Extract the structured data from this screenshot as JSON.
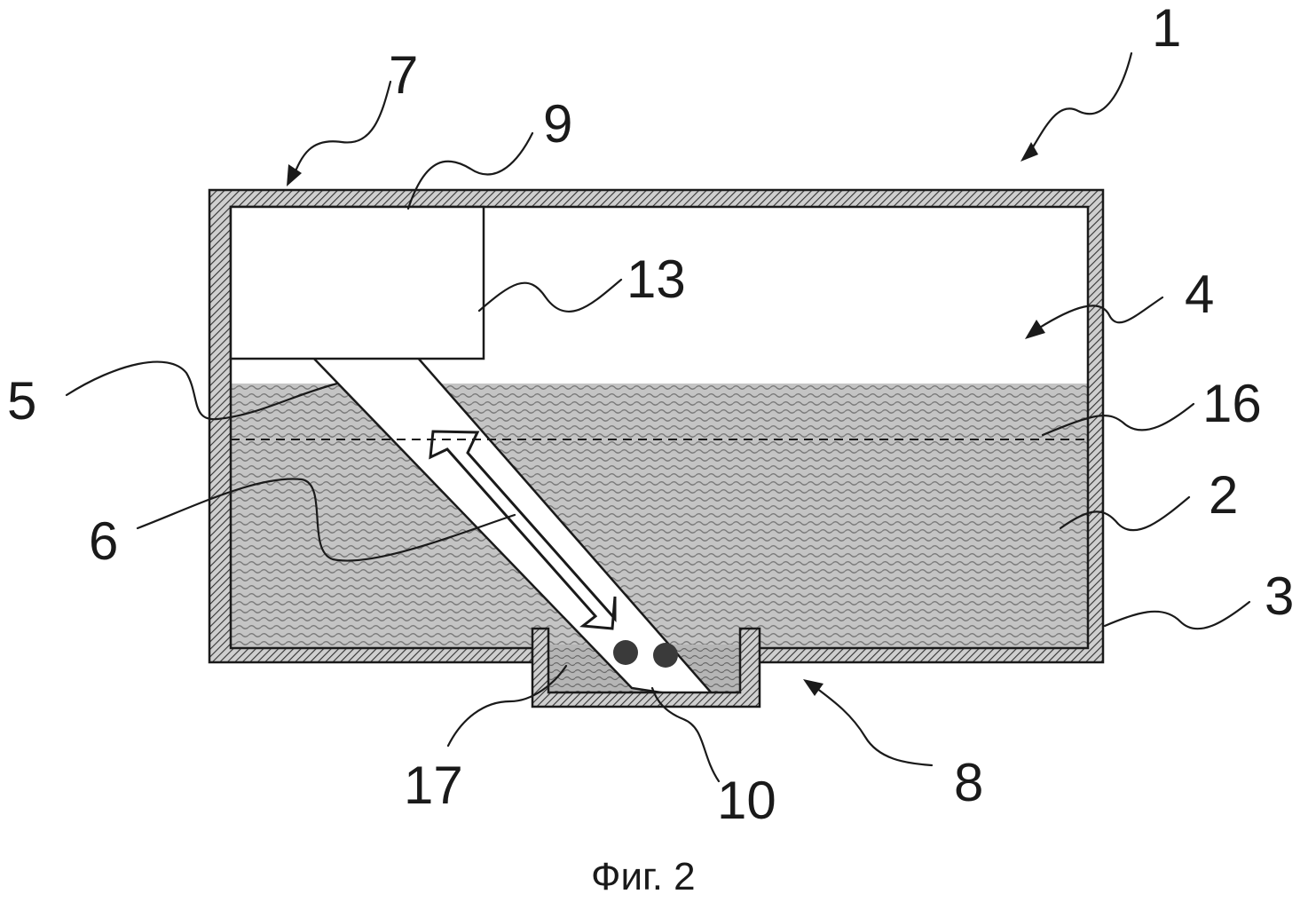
{
  "figure": {
    "caption": "Фиг. 2",
    "labels": {
      "l1": "1",
      "l2": "2",
      "l3": "3",
      "l4": "4",
      "l5": "5",
      "l6": "6",
      "l7": "7",
      "l8": "8",
      "l9": "9",
      "l10": "10",
      "l13": "13",
      "l16": "16",
      "l17": "17"
    },
    "colors": {
      "ink": "#1a1a1a",
      "liquid": "#bdbdbd",
      "background": "#ffffff"
    }
  }
}
